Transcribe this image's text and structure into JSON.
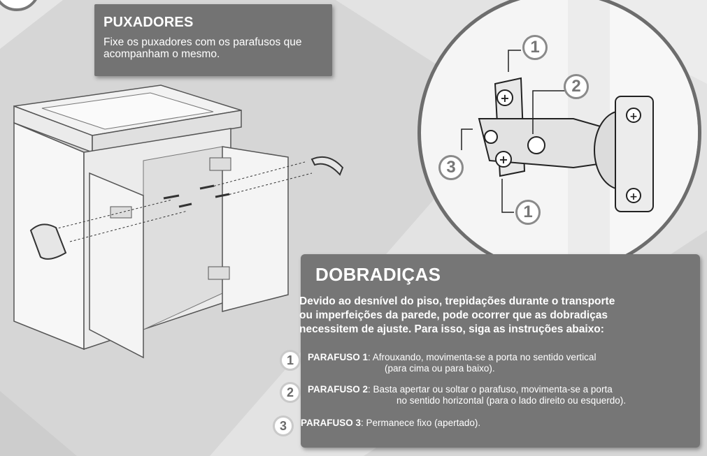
{
  "puxadores": {
    "title": "PUXADORES",
    "text": "Fixe os puxadores com os parafusos que acompanham o mesmo."
  },
  "dobradicas": {
    "title": "DOBRADIÇAS",
    "intro_line1": "Devido ao desnível do piso, trepidações durante o transporte",
    "intro_line2": "ou imperfeições da parede, pode ocorrer que as dobradiças",
    "intro_line3": "necessitem de ajuste. Para isso, siga as instruções abaixo:",
    "steps": [
      {
        "number": "1",
        "label": "PARAFUSO 1",
        "line1": ":  Afrouxando, movimenta-se a porta no sentido vertical",
        "line2": "(para cima ou para baixo)."
      },
      {
        "number": "2",
        "label": "PARAFUSO 2",
        "line1": ": Basta apertar ou soltar o parafuso, movimenta-se a porta",
        "line2": "no sentido horizontal  (para o lado direito ou esquerdo)."
      },
      {
        "number": "3",
        "label": "PARAFUSO 3",
        "line1": ": Permanece fixo (apertado).",
        "line2": ""
      }
    ]
  },
  "callouts": {
    "top_1": "1",
    "top_2": "2",
    "left_3": "3",
    "bottom_1": "1"
  },
  "colors": {
    "background": "#d9d9d9",
    "panel": "#737373",
    "callout_border": "#8a8a8a"
  }
}
